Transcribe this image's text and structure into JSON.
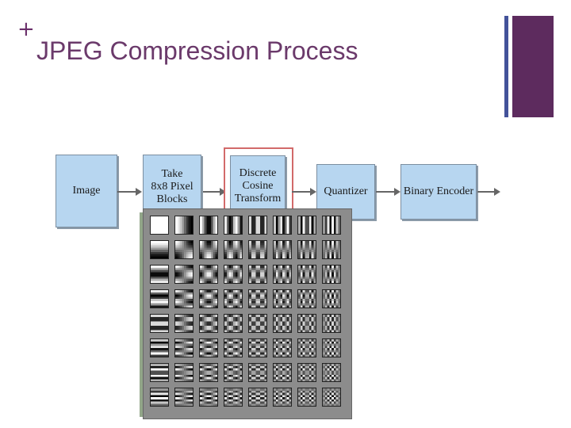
{
  "slide": {
    "bullet": "+",
    "title": "JPEG Compression Process",
    "accent_colors": {
      "title": "#6b3a6b",
      "bar": "#5d2b5e",
      "thin_bar": "#2f3f8f"
    }
  },
  "diagram": {
    "blocks": [
      {
        "id": "image",
        "label": "Image"
      },
      {
        "id": "blocks",
        "label": "Take\n8x8 Pixel\nBlocks"
      },
      {
        "id": "dct",
        "label": "Discrete\nCosine\nTransform"
      },
      {
        "id": "quantizer",
        "label": "Quantizer"
      },
      {
        "id": "encoder",
        "label": "Binary Encoder"
      }
    ],
    "block_color": "#b7d6f0",
    "highlight_color": "#d26a6a",
    "dct_basis": {
      "rows": 8,
      "cols": 8,
      "description_icon": "dct-basis-functions-image"
    }
  }
}
